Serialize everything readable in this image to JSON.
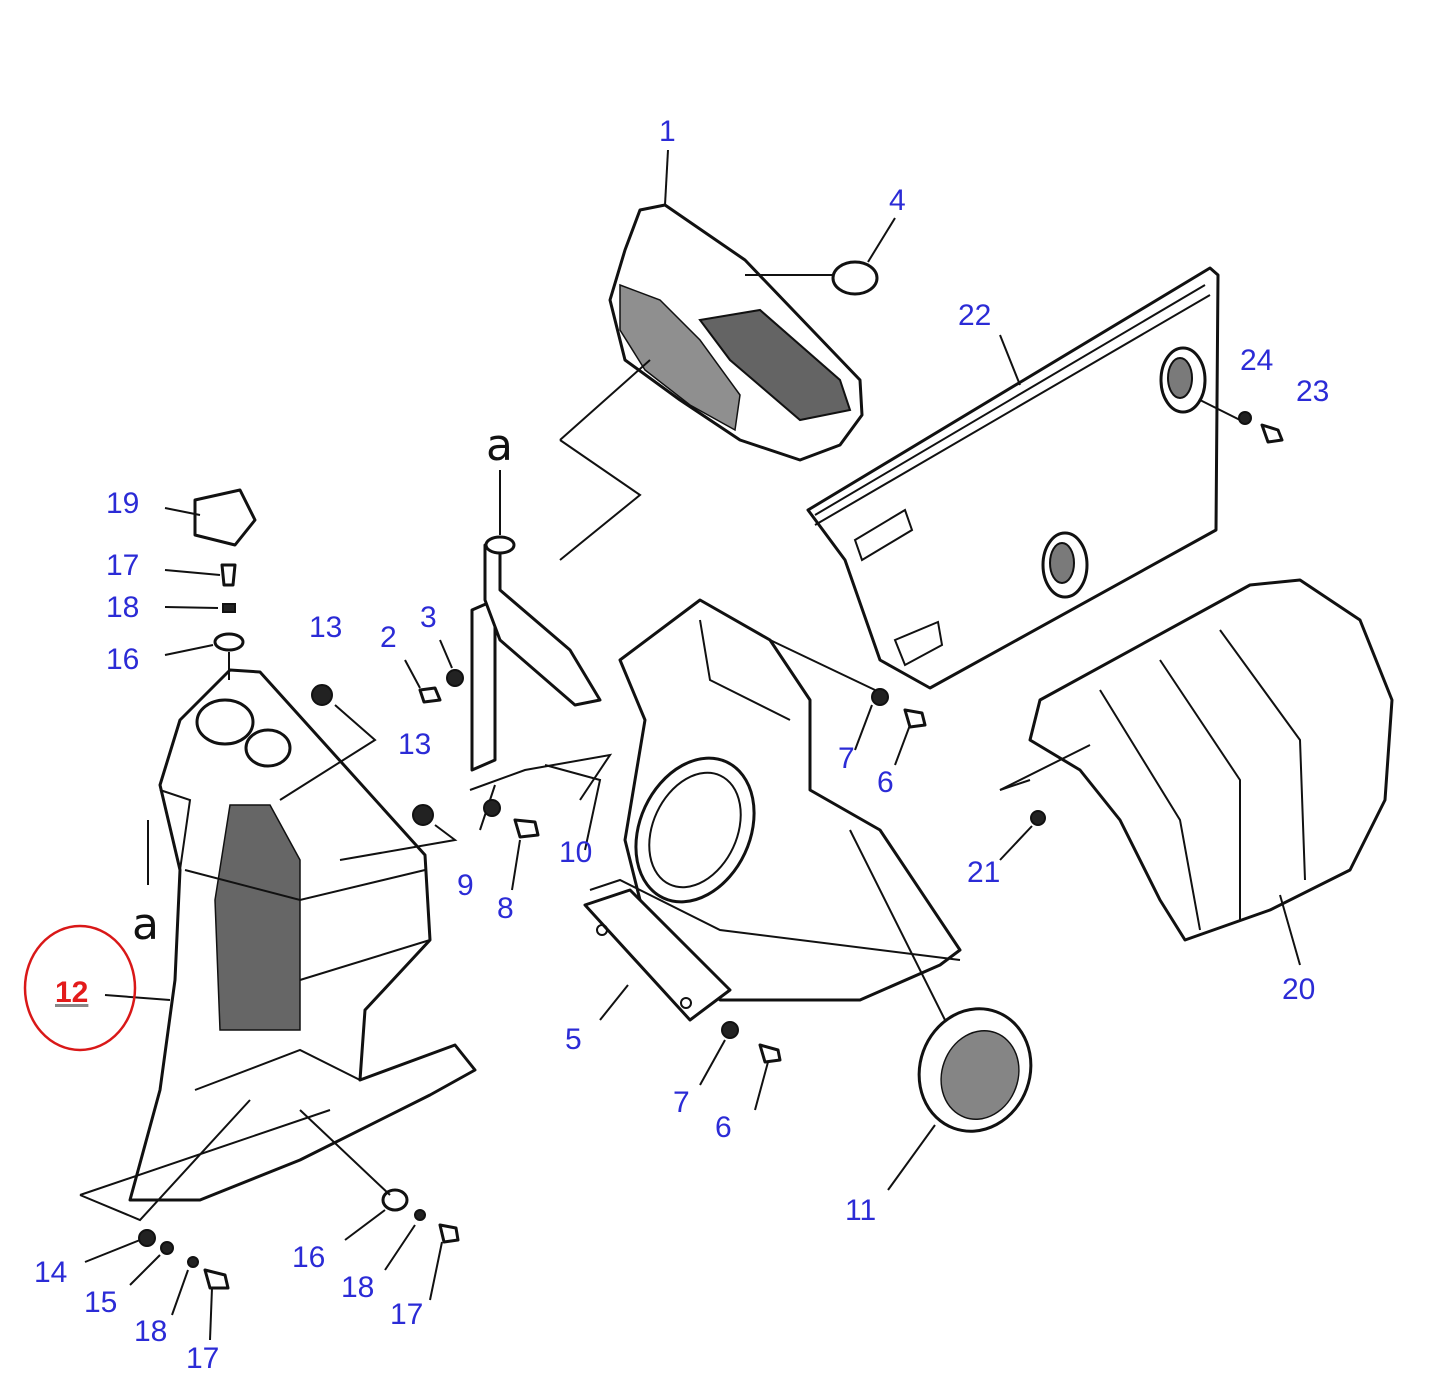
{
  "diagram": {
    "reference_marks": [
      "a",
      "a"
    ],
    "highlight_color": "#e31b1b",
    "label_color": "#2b2bd6",
    "highlight_circle_color": "#d91818",
    "callouts": [
      {
        "id": "1",
        "label": "1"
      },
      {
        "id": "4",
        "label": "4"
      },
      {
        "id": "22",
        "label": "22"
      },
      {
        "id": "24",
        "label": "24"
      },
      {
        "id": "23",
        "label": "23"
      },
      {
        "id": "19",
        "label": "19"
      },
      {
        "id": "17a",
        "label": "17"
      },
      {
        "id": "18a",
        "label": "18"
      },
      {
        "id": "16a",
        "label": "16"
      },
      {
        "id": "13a",
        "label": "13"
      },
      {
        "id": "2",
        "label": "2"
      },
      {
        "id": "3",
        "label": "3"
      },
      {
        "id": "13b",
        "label": "13"
      },
      {
        "id": "7a",
        "label": "7"
      },
      {
        "id": "6a",
        "label": "6"
      },
      {
        "id": "9",
        "label": "9"
      },
      {
        "id": "8",
        "label": "8"
      },
      {
        "id": "10",
        "label": "10"
      },
      {
        "id": "21",
        "label": "21"
      },
      {
        "id": "12",
        "label": "12"
      },
      {
        "id": "5",
        "label": "5"
      },
      {
        "id": "20",
        "label": "20"
      },
      {
        "id": "7b",
        "label": "7"
      },
      {
        "id": "6b",
        "label": "6"
      },
      {
        "id": "11",
        "label": "11"
      },
      {
        "id": "16b",
        "label": "16"
      },
      {
        "id": "18b",
        "label": "18"
      },
      {
        "id": "17b",
        "label": "17"
      },
      {
        "id": "14",
        "label": "14"
      },
      {
        "id": "15",
        "label": "15"
      },
      {
        "id": "18c",
        "label": "18"
      },
      {
        "id": "17c",
        "label": "17"
      }
    ]
  }
}
